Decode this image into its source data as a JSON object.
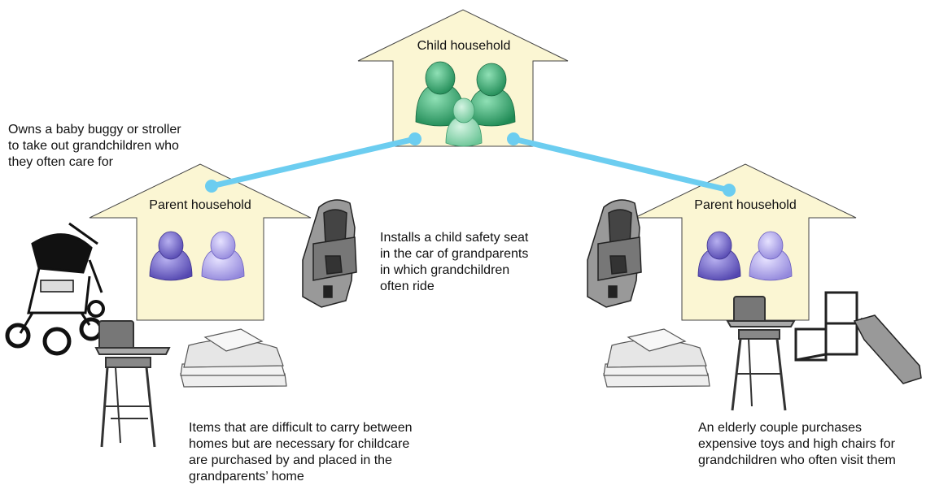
{
  "houses": {
    "child": {
      "title": "Child household"
    },
    "parent_left": {
      "title": "Parent household"
    },
    "parent_right": {
      "title": "Parent household"
    }
  },
  "annotations": {
    "stroller_note": [
      "Owns a baby buggy or stroller",
      "to take out grandchildren who",
      "they often care for"
    ],
    "car_seat_note": [
      "Installs a child safety seat",
      "in the car of grandparents",
      "in which grandchildren",
      "often ride"
    ],
    "items_note": [
      "Items that are difficult to carry between",
      "homes but are necessary for childcare",
      "are purchased by and placed in the",
      "grandparents’ home"
    ],
    "toys_note": [
      "An elderly couple purchases",
      "expensive toys and high chairs for",
      "grandchildren who often visit them"
    ]
  },
  "colors": {
    "house_fill": "#fbf6d3",
    "connector": "#6ccdf0",
    "child_people": "#2e9e6a",
    "parent_people": "#7668c8"
  },
  "icons": [
    "stroller-icon",
    "high-chair-icon",
    "futon-icon",
    "car-seat-icon",
    "jungle-gym-slide-icon"
  ]
}
